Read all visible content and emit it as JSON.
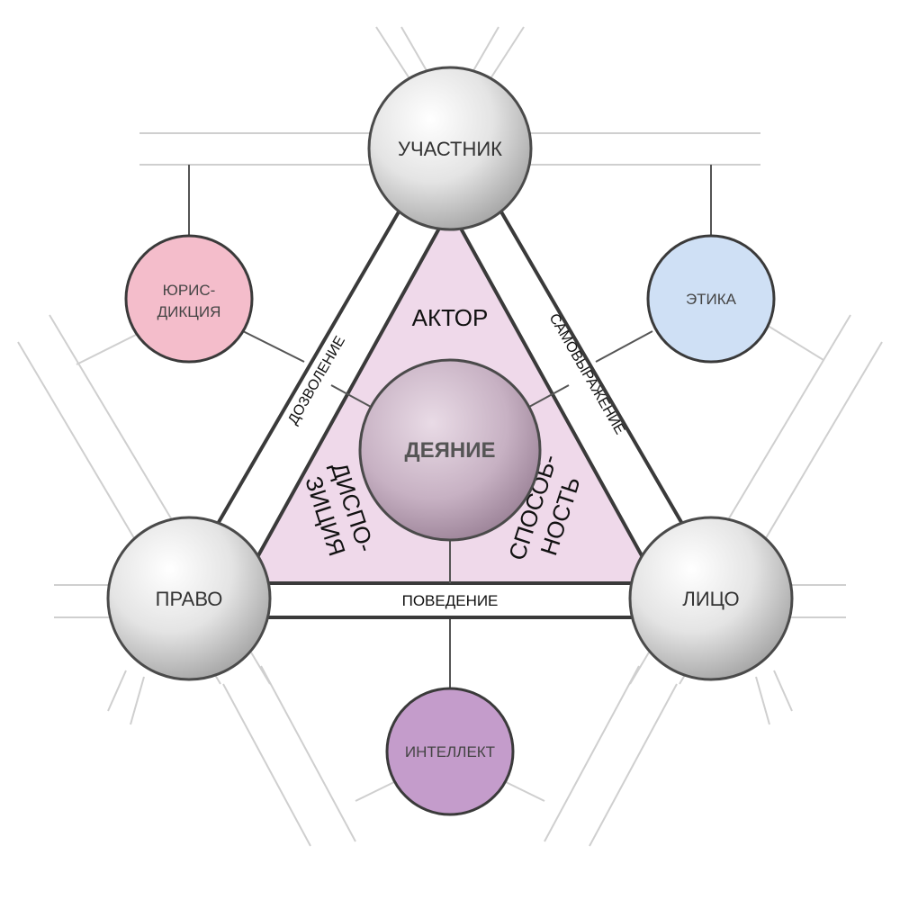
{
  "nodes": {
    "participant": "УЧАСТНИК",
    "law": "ПРАВО",
    "person": "ЛИЦО",
    "act": "ДЕЯНИЕ",
    "jurisdiction_line1": "ЮРИС-",
    "jurisdiction_line2": "ДИКЦИЯ",
    "ethics": "ЭТИКА",
    "intellect": "ИНТЕЛЛЕКТ"
  },
  "sectors": {
    "actor": "АКТОР",
    "disposition_line1": "ДИСПО-",
    "disposition_line2": "ЗИЦИЯ",
    "ability_line1": "СПОСОБ-",
    "ability_line2": "НОСТЬ"
  },
  "edges": {
    "permission": "ДОЗВОЛЕНИЕ",
    "self_expression": "САМОВЫРАЖЕНИЕ",
    "behavior": "ПОВЕДЕНИЕ"
  },
  "colors": {
    "triangle_fill": "#efd9ea",
    "jurisdiction_fill": "#f4bdcb",
    "ethics_fill": "#cfe0f5",
    "intellect_fill": "#c49ccb",
    "outline": "#3a3a3a",
    "grid_line": "#cfcfcf"
  }
}
